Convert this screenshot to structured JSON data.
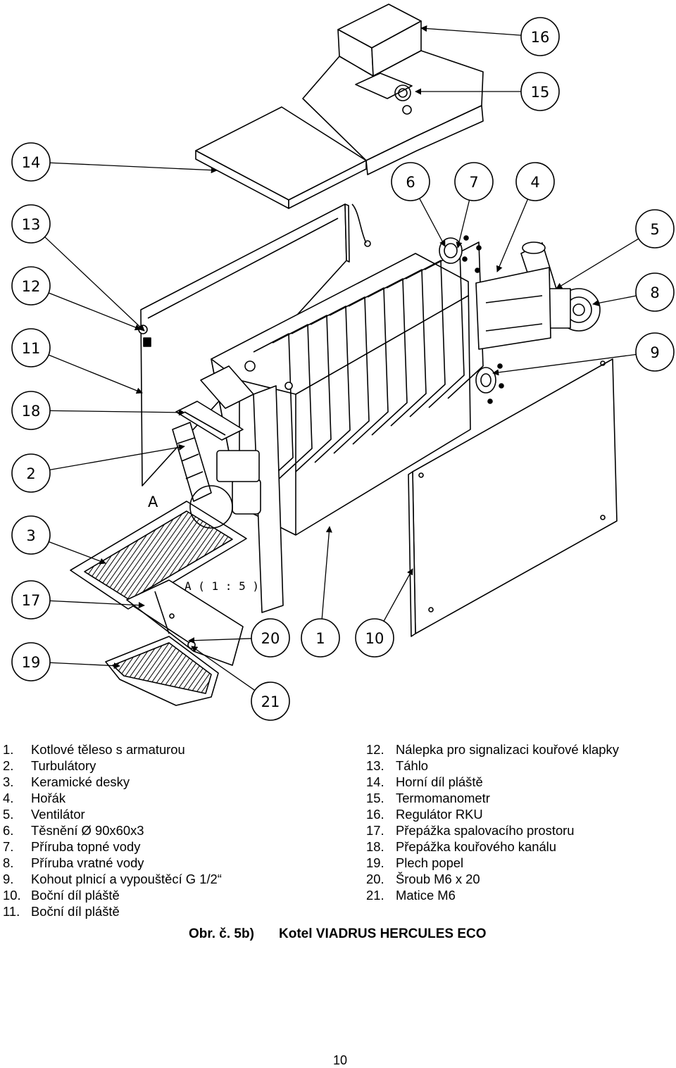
{
  "diagram": {
    "callouts": [
      {
        "id": "1",
        "label": "1"
      },
      {
        "id": "2",
        "label": "2"
      },
      {
        "id": "3",
        "label": "3"
      },
      {
        "id": "4",
        "label": "4"
      },
      {
        "id": "5",
        "label": "5"
      },
      {
        "id": "6",
        "label": "6"
      },
      {
        "id": "7",
        "label": "7"
      },
      {
        "id": "8",
        "label": "8"
      },
      {
        "id": "9",
        "label": "9"
      },
      {
        "id": "10",
        "label": "10"
      },
      {
        "id": "11",
        "label": "11"
      },
      {
        "id": "12",
        "label": "12"
      },
      {
        "id": "13",
        "label": "13"
      },
      {
        "id": "14",
        "label": "14"
      },
      {
        "id": "15",
        "label": "15"
      },
      {
        "id": "16",
        "label": "16"
      },
      {
        "id": "17",
        "label": "17"
      },
      {
        "id": "18",
        "label": "18"
      },
      {
        "id": "19",
        "label": "19"
      },
      {
        "id": "20",
        "label": "20"
      },
      {
        "id": "21",
        "label": "21"
      }
    ],
    "detail_marker": "A",
    "detail_label": "A ( 1 : 5 )"
  },
  "legend": {
    "left": [
      {
        "num": "1.",
        "text": "Kotlové těleso s armaturou"
      },
      {
        "num": "2.",
        "text": "Turbulátory"
      },
      {
        "num": "3.",
        "text": "Keramické desky"
      },
      {
        "num": "4.",
        "text": "Hořák"
      },
      {
        "num": "5.",
        "text": "Ventilátor"
      },
      {
        "num": "6.",
        "text": "Těsnění Ø 90x60x3"
      },
      {
        "num": "7.",
        "text": "Příruba topné vody"
      },
      {
        "num": "8.",
        "text": "Příruba vratné vody"
      },
      {
        "num": "9.",
        "text": "Kohout plnicí a vypouštěcí G 1/2“"
      },
      {
        "num": "10.",
        "text": "Boční díl pláště"
      },
      {
        "num": "11.",
        "text": "Boční díl pláště"
      }
    ],
    "right": [
      {
        "num": "12.",
        "text": "Nálepka pro signalizaci kouřové klapky"
      },
      {
        "num": "13.",
        "text": "Táhlo"
      },
      {
        "num": "14.",
        "text": "Horní díl pláště"
      },
      {
        "num": "15.",
        "text": "Termomanometr"
      },
      {
        "num": "16.",
        "text": "Regulátor RKU"
      },
      {
        "num": "17.",
        "text": "Přepážka spalovacího prostoru"
      },
      {
        "num": "18.",
        "text": "Přepážka kouřového kanálu"
      },
      {
        "num": "19.",
        "text": "Plech popel"
      },
      {
        "num": "20.",
        "text": "Šroub M6 x 20"
      },
      {
        "num": "21.",
        "text": "Matice M6"
      }
    ]
  },
  "caption": {
    "figure": "Obr. č. 5b)",
    "title": "Kotel VIADRUS HERCULES ECO"
  },
  "page_number": "10"
}
